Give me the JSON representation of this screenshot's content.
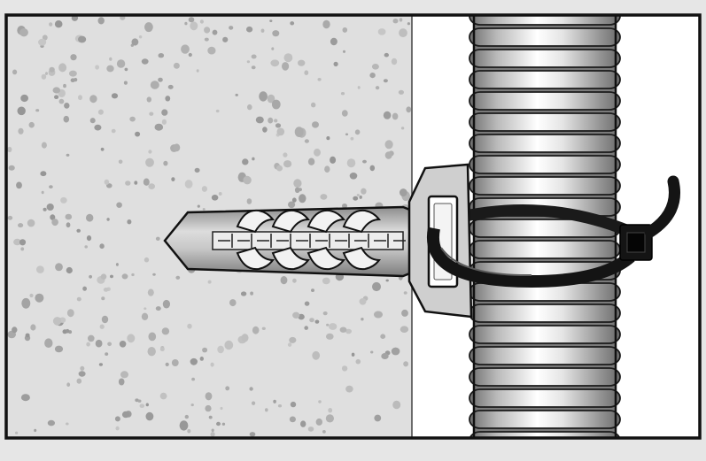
{
  "illustration": {
    "subject": "",
    "components": [
      "concrete-wall",
      "wall-plug",
      "mounting-bracket",
      "corrugated-conduit",
      "cable-tie"
    ]
  },
  "colors": {
    "page_background": "#e6e6e6",
    "frame": "#111111",
    "concrete": "#dfdfdf",
    "concrete_speckle": "#a9a9a9",
    "background_right": "#ffffff",
    "conduit_dark": "#6e6e6e",
    "conduit_light": "#ffffff",
    "plug": "#a8a8a8",
    "cable_tie": "#141414"
  }
}
